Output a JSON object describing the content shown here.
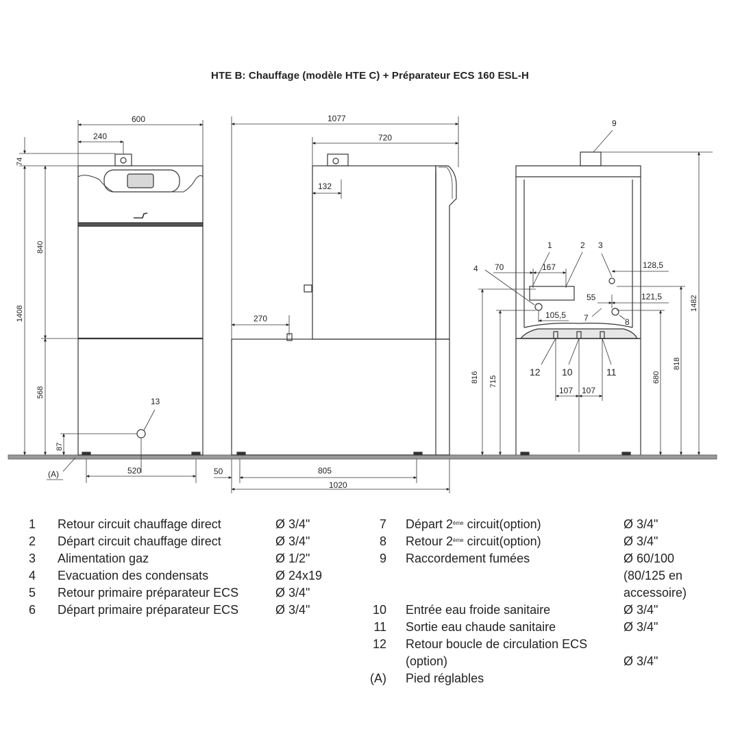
{
  "title": "HTE B: Chauffage (modèle HTE C) + Préparateur ECS 160 ESL-H",
  "dimensions": {
    "d600": "600",
    "d240": "240",
    "d74": "74",
    "d1408": "1408",
    "d840": "840",
    "d568": "568",
    "d87": "87",
    "d520": "520",
    "d13": "13",
    "dA": "(A)",
    "d1077": "1077",
    "d720": "720",
    "d132": "132",
    "d270": "270",
    "d50": "50",
    "d805": "805",
    "d1020": "1020",
    "d9": "9",
    "d1": "1",
    "d2": "2",
    "d3": "3",
    "d4": "4",
    "d70": "70",
    "d167": "167",
    "d128_5": "128,5",
    "d55": "55",
    "d121_5": "121,5",
    "d105_5": "105,5",
    "d7": "7",
    "d8": "8",
    "d12": "12",
    "d10": "10",
    "d11": "11",
    "d107a": "107",
    "d107b": "107",
    "d816": "816",
    "d715": "715",
    "d680": "680",
    "d818": "818",
    "d1482": "1482"
  },
  "legend_left": [
    {
      "num": "1",
      "desc": "Retour circuit chauffage direct",
      "size": "Ø 3/4\""
    },
    {
      "num": "2",
      "desc": "Départ circuit chauffage direct",
      "size": "Ø 3/4\""
    },
    {
      "num": "3",
      "desc": "Alimentation gaz",
      "size": "Ø 1/2\""
    },
    {
      "num": "4",
      "desc": "Evacuation des condensats",
      "size": "Ø 24x19"
    },
    {
      "num": "5",
      "desc": "Retour primaire préparateur ECS",
      "size": "Ø 3/4\""
    },
    {
      "num": "6",
      "desc": "Départ primaire préparateur ECS",
      "size": "Ø 3/4\""
    }
  ],
  "legend_right": {
    "r7": {
      "num": "7",
      "pre": "Départ 2",
      "sup": "ème",
      "post": " circuit(option)",
      "size": "Ø 3/4\""
    },
    "r8": {
      "num": "8",
      "pre": "Retour 2",
      "sup": "ème",
      "post": " circuit(option)",
      "size": "Ø 3/4\""
    },
    "r9": {
      "num": "9",
      "desc": "Raccordement fumées",
      "size": "Ø 60/100",
      "size2": "(80/125 en",
      "size3": "accessoire)"
    },
    "r10": {
      "num": "10",
      "desc": "Entrée eau froide sanitaire",
      "size": "Ø 3/4\""
    },
    "r11": {
      "num": "11",
      "desc": "Sortie eau chaude sanitaire",
      "size": "Ø 3/4\""
    },
    "r12": {
      "num": "12",
      "desc": "Retour boucle de circulation ECS",
      "desc2": "(option)",
      "size": "Ø 3/4\""
    },
    "rA": {
      "num": "(A)",
      "desc": "Pied réglables"
    }
  }
}
